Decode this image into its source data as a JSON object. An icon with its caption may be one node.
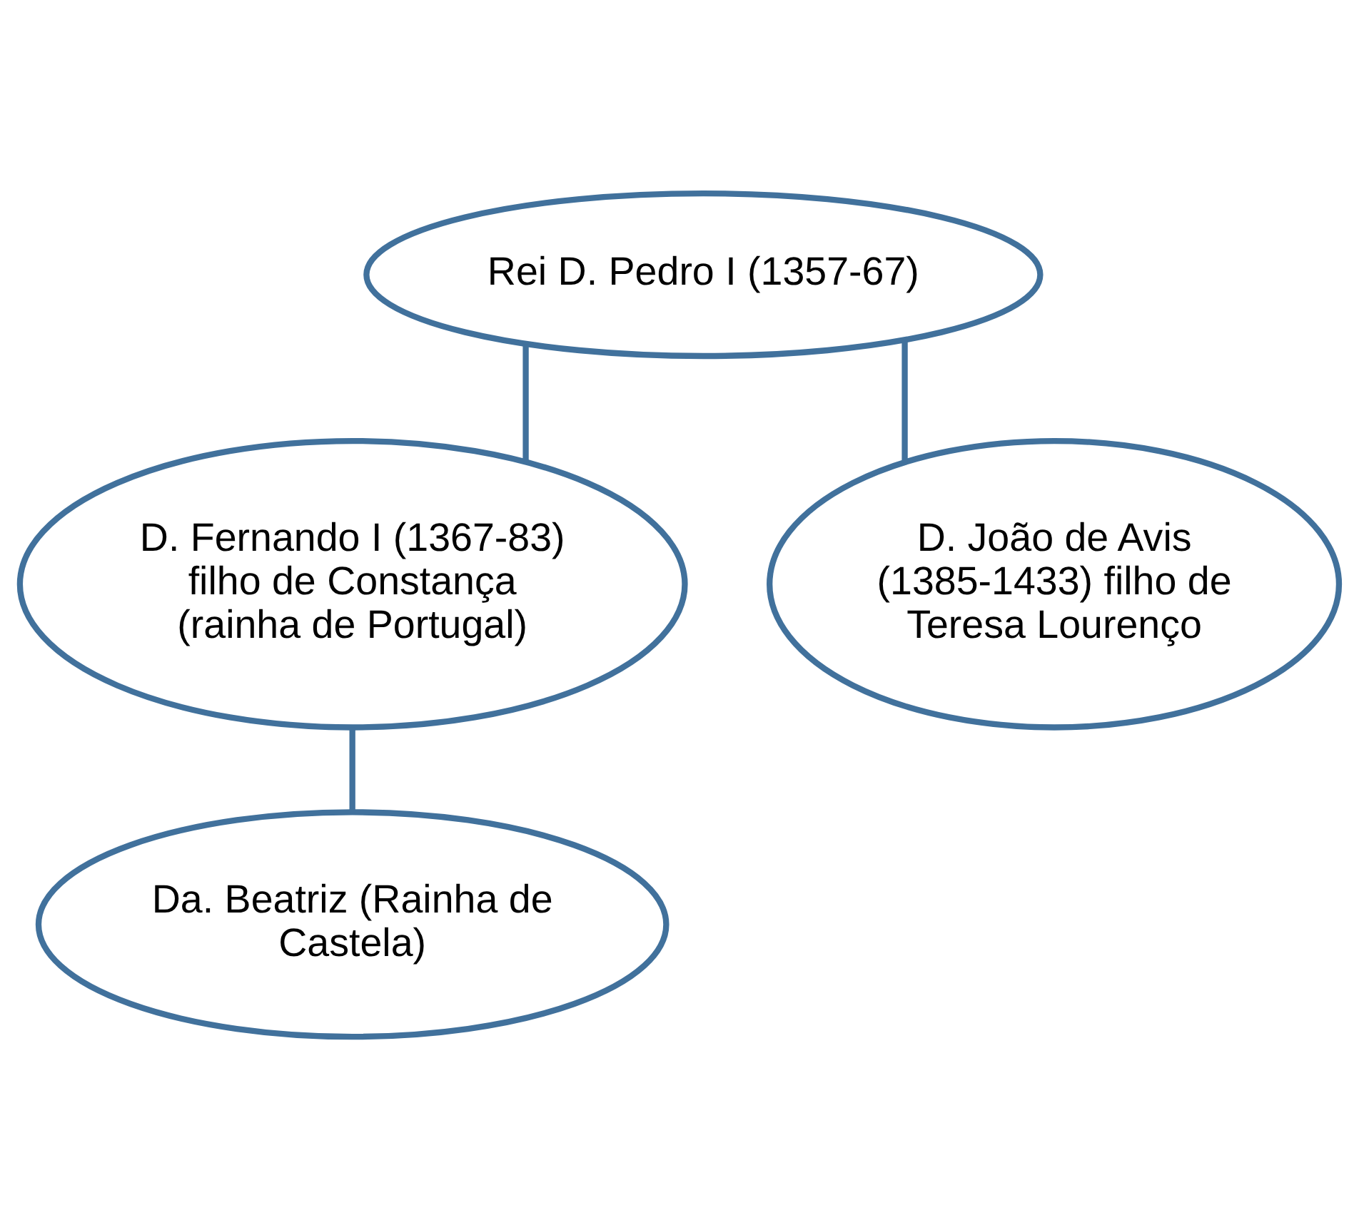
{
  "diagram": {
    "nodes": [
      {
        "text": [
          "Rei D. Pedro I (1357-67)"
        ]
      },
      {
        "text": [
          "D. Fernando I (1367-83) filho de Constança (rainha de Portugal)"
        ]
      },
      {
        "text": [
          "D. João de Avis (1385-1433) filho de Teresa Lourenço"
        ]
      },
      {
        "text": [
          "Da. Beatriz (Rainha de Castela)"
        ]
      }
    ],
    "edges": [
      {
        "from": 0,
        "to": 1,
        "arrow": "none"
      },
      {
        "from": 0,
        "to": 2,
        "arrow": "none"
      },
      {
        "from": 1,
        "to": 3,
        "arrow": "none"
      }
    ]
  }
}
